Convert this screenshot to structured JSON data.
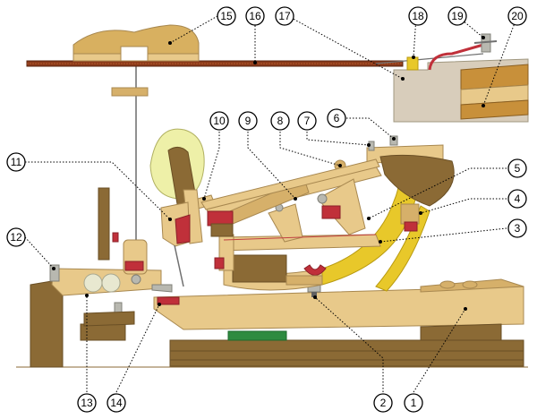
{
  "diagram": {
    "callouts": [
      {
        "id": "c1",
        "label": "1"
      },
      {
        "id": "c2",
        "label": "2"
      },
      {
        "id": "c3",
        "label": "3"
      },
      {
        "id": "c4",
        "label": "4"
      },
      {
        "id": "c5",
        "label": "5"
      },
      {
        "id": "c6",
        "label": "6"
      },
      {
        "id": "c7",
        "label": "7"
      },
      {
        "id": "c8",
        "label": "8"
      },
      {
        "id": "c9",
        "label": "9"
      },
      {
        "id": "c10",
        "label": "10"
      },
      {
        "id": "c11",
        "label": "11"
      },
      {
        "id": "c12",
        "label": "12"
      },
      {
        "id": "c13",
        "label": "13"
      },
      {
        "id": "c14",
        "label": "14"
      },
      {
        "id": "c15",
        "label": "15"
      },
      {
        "id": "c16",
        "label": "16"
      },
      {
        "id": "c17",
        "label": "17"
      },
      {
        "id": "c18",
        "label": "18"
      },
      {
        "id": "c19",
        "label": "19"
      },
      {
        "id": "c20",
        "label": "20"
      }
    ],
    "colors": {
      "wood": "#e8c98a",
      "wood_dark": "#d6b06a",
      "walnut": "#8b6a35",
      "felt_red": "#c0303a",
      "spring_yellow": "#e8c82a",
      "string": "#8b3a1a",
      "base_green": "#2e8b40",
      "frame_grey": "#d8cdbb"
    }
  }
}
